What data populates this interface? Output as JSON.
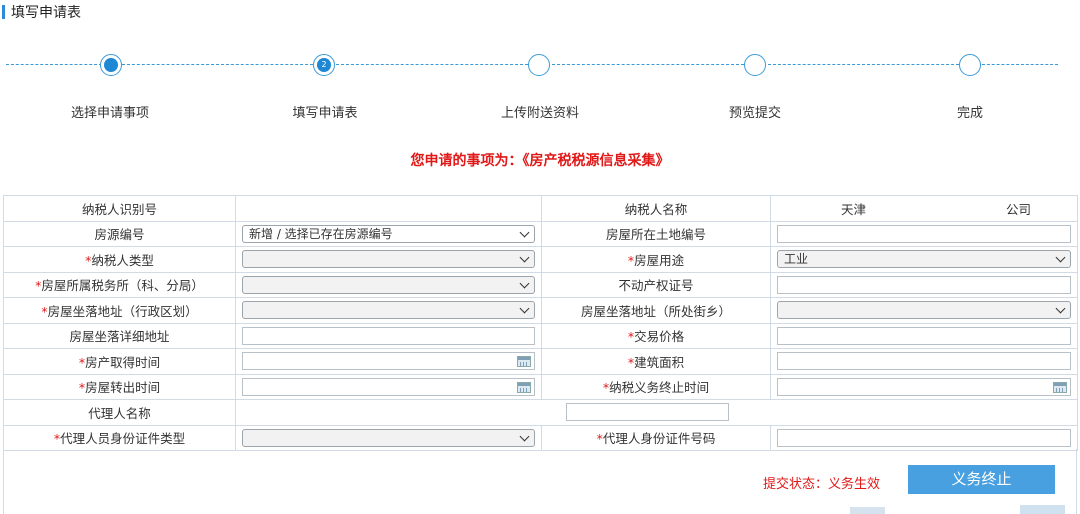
{
  "header": {
    "title": "填写申请表"
  },
  "steps": [
    {
      "label": "选择申请事项",
      "state": "done"
    },
    {
      "label": "填写申请表",
      "state": "current"
    },
    {
      "label": "上传附送资料",
      "state": "pending"
    },
    {
      "label": "预览提交",
      "state": "pending"
    },
    {
      "label": "完成",
      "state": "pending"
    }
  ],
  "matter": {
    "text": "您申请的事项为：《房产税税源信息采集》"
  },
  "form": {
    "taxpayer_id_label": "纳税人识别号",
    "taxpayer_id_value": "",
    "taxpayer_name_label": "纳税人名称",
    "taxpayer_name_value_a": "天津",
    "taxpayer_name_value_b": "公司",
    "property_no_label": "房源编号",
    "property_no_select": "新增 / 选择已存在房源编号",
    "land_no_label": "房屋所在土地编号",
    "taxpayer_type_label": "纳税人类型",
    "house_use_label": "房屋用途",
    "house_use_select": "工业",
    "tax_office_label": "房屋所属税务所（科、分局）",
    "cert_no_label": "不动产权证号",
    "addr_district_label": "房屋坐落地址（行政区划）",
    "addr_street_label": "房屋坐落地址（所处街乡）",
    "addr_detail_label": "房屋坐落详细地址",
    "price_label": "交易价格",
    "acquire_time_label": "房产取得时间",
    "area_label": "建筑面积",
    "transfer_time_label": "房屋转出时间",
    "tax_end_time_label": "纳税义务终止时间",
    "agent_name_label": "代理人名称",
    "agent_id_type_label": "代理人员身份证件类型",
    "agent_id_no_label": "代理人身份证件号码",
    "required_mark": "*"
  },
  "footer": {
    "status_label": "提交状态：",
    "status_value": "义务生效",
    "end_button": "义务终止"
  },
  "colors": {
    "accent": "#1e88d4",
    "required": "#e01818",
    "button": "#48a0e0"
  }
}
